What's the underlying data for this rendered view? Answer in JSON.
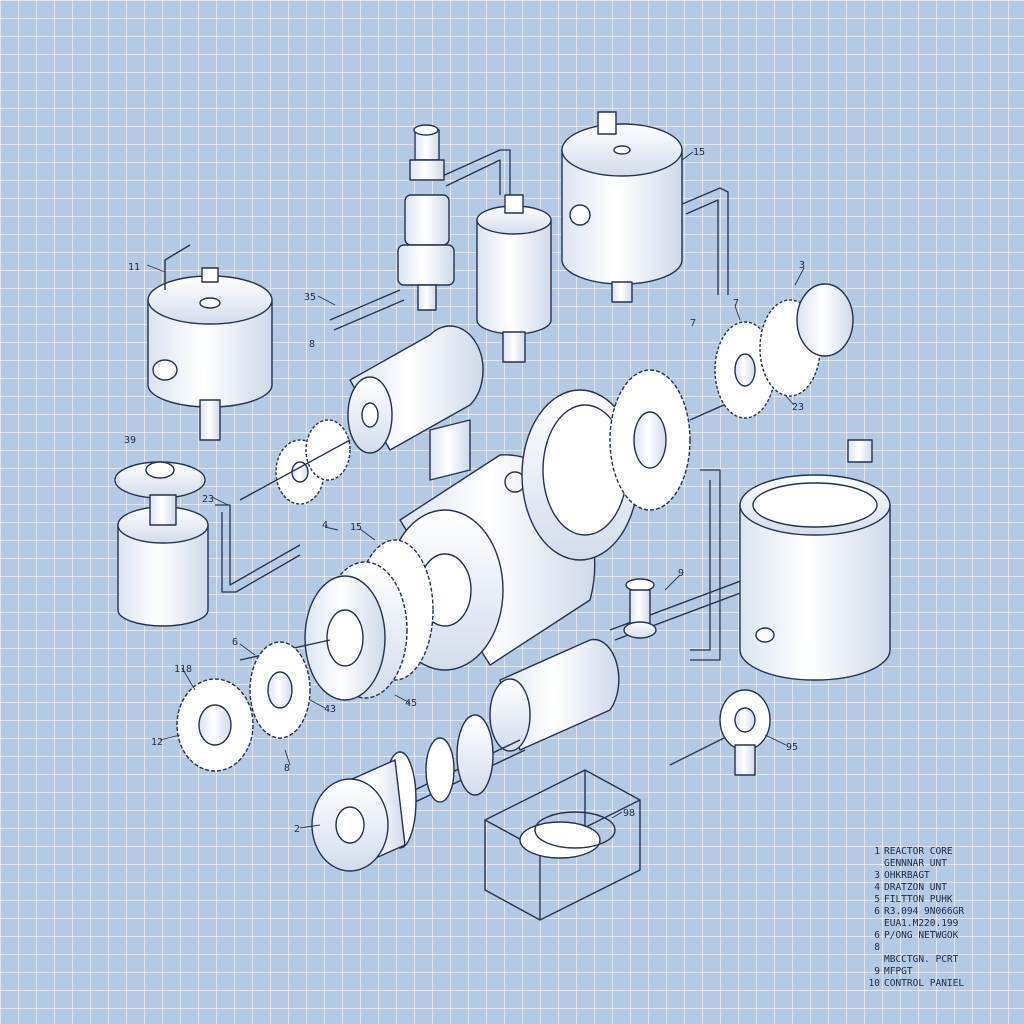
{
  "callouts": [
    {
      "id": "c1",
      "text": "11"
    },
    {
      "id": "c2",
      "text": "15"
    },
    {
      "id": "c3",
      "text": "35"
    },
    {
      "id": "c4",
      "text": "8"
    },
    {
      "id": "c5",
      "text": "3"
    },
    {
      "id": "c6",
      "text": "7"
    },
    {
      "id": "c7",
      "text": "7"
    },
    {
      "id": "c8",
      "text": "23"
    },
    {
      "id": "c9",
      "text": "39"
    },
    {
      "id": "c10",
      "text": "23"
    },
    {
      "id": "c11",
      "text": "4"
    },
    {
      "id": "c12",
      "text": "15"
    },
    {
      "id": "c13",
      "text": "6"
    },
    {
      "id": "c14",
      "text": "9"
    },
    {
      "id": "c15",
      "text": "118"
    },
    {
      "id": "c16",
      "text": "12"
    },
    {
      "id": "c17",
      "text": "8"
    },
    {
      "id": "c18",
      "text": "43"
    },
    {
      "id": "c19",
      "text": "45"
    },
    {
      "id": "c20",
      "text": "2"
    },
    {
      "id": "c21",
      "text": "98"
    },
    {
      "id": "c22",
      "text": "95"
    }
  ],
  "legend": [
    {
      "num": "1",
      "text": "REACTOR CORE"
    },
    {
      "num": "",
      "text": "GENNNAR UNT"
    },
    {
      "num": "3",
      "text": "OHKRBAGT"
    },
    {
      "num": "4",
      "text": "DRATZON UNT"
    },
    {
      "num": "5",
      "text": "FILTTON PUHK"
    },
    {
      "num": "6",
      "text": "R3.094 9N066GR"
    },
    {
      "num": "",
      "text": "EUA1.M220.199"
    },
    {
      "num": "6",
      "text": "P/ONG NETWGOK"
    },
    {
      "num": "8",
      "text": ""
    },
    {
      "num": "",
      "text": "MBCCTGN. PCRT"
    },
    {
      "num": "9",
      "text": "MFPGT"
    },
    {
      "num": "10",
      "text": "CONTROL PANIEL"
    }
  ]
}
